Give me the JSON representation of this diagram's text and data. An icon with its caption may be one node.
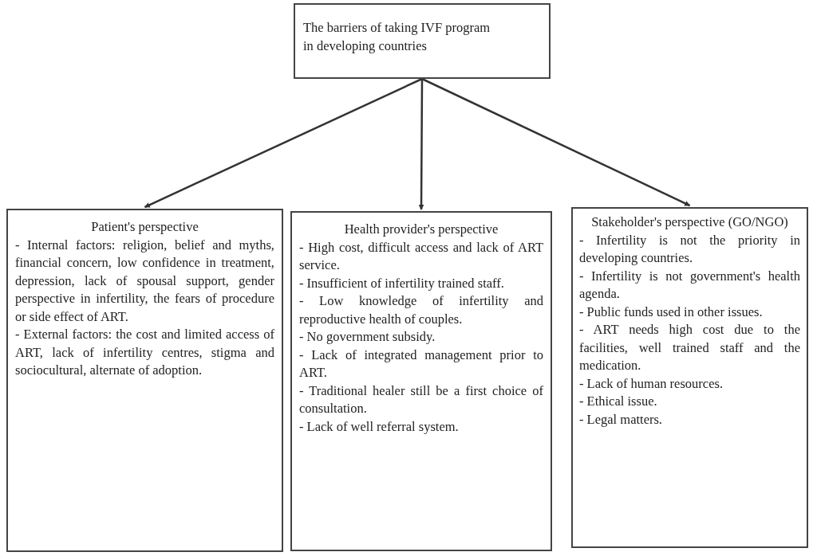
{
  "diagram": {
    "nodes": [
      {
        "text": [
          "The barriers of taking IVF program in developing countries"
        ]
      },
      {
        "text": [
          "Patient's perspective",
          "- Internal factors: religion, belief and myths, financial concern, low confidence in treatment, depression, lack of spousal support, gender perspective in infertility, the fears of procedure or side effect of ART.",
          "- External factors: the cost and limited access of ART, lack of infertility centres, stigma and sociocultural, alternate of adoption."
        ]
      },
      {
        "text": [
          "Health provider's perspective",
          "- High cost, difficult access and lack of ART service.",
          "- Insufficient of infertility trained staff.",
          "- Low knowledge of infertility and reproductive health of couples.",
          "- No government subsidy.",
          "- Lack of integrated management prior to ART.",
          "- Traditional healer still be a first choice of consultation.",
          "- Lack of well referral system."
        ]
      },
      {
        "text": [
          "Stakeholder's perspective (GO/NGO)",
          "- Infertility is not the priority in developing countries.",
          "- Infertility is not government's health agenda.",
          "- Public funds used in other issues.",
          "- ART needs high cost due to the facilities, well trained staff and the medication.",
          "- Lack of human resources.",
          "- Ethical issue.",
          "- Legal matters."
        ]
      }
    ],
    "edges": [
      {
        "from": 0,
        "to": 1,
        "arrow": "to"
      },
      {
        "from": 0,
        "to": 2,
        "arrow": "to"
      },
      {
        "from": 0,
        "to": 3,
        "arrow": "to"
      }
    ]
  }
}
